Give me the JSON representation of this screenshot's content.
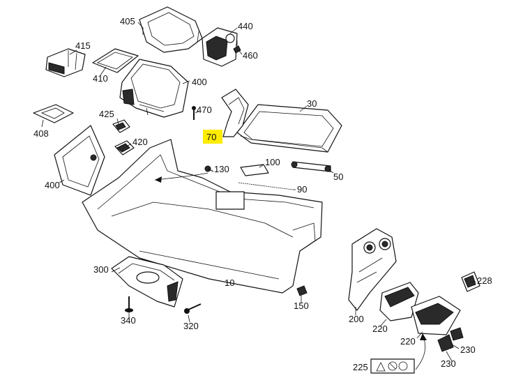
{
  "labels": {
    "p405": "405",
    "p440": "440",
    "p460": "460",
    "p415": "415",
    "p410": "410",
    "p400a": "400",
    "p470": "470",
    "p425": "425",
    "p30": "30",
    "p408": "408",
    "p70": "70",
    "p420": "420",
    "p130": "130",
    "p100": "100",
    "p50": "50",
    "p400b": "400",
    "p90": "90",
    "p300": "300",
    "p10": "10",
    "p150": "150",
    "p228": "228",
    "p340": "340",
    "p320": "320",
    "p200": "200",
    "p220a": "220",
    "p220b": "220",
    "p230a": "230",
    "p230b": "230",
    "p225": "225"
  },
  "highlight": {
    "part": "70",
    "color": "#ffec00"
  }
}
